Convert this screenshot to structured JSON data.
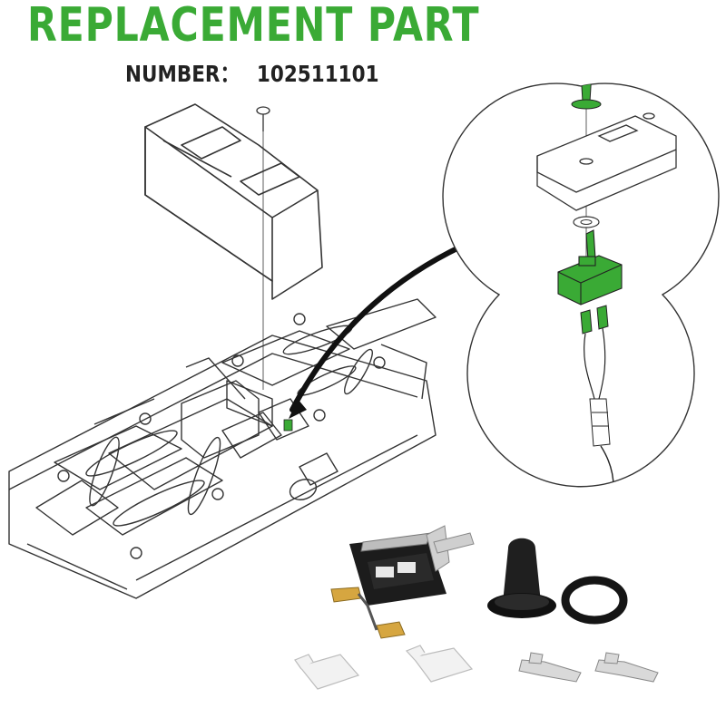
{
  "header": {
    "title": "REPLACEMENT PART",
    "part_number_label": "NUMBER：",
    "part_number": "102511101"
  },
  "colors": {
    "accent_green": "#3aaa35",
    "line": "#333333",
    "switch_black": "#1c1c1c",
    "metal": "#c8c8c8"
  }
}
